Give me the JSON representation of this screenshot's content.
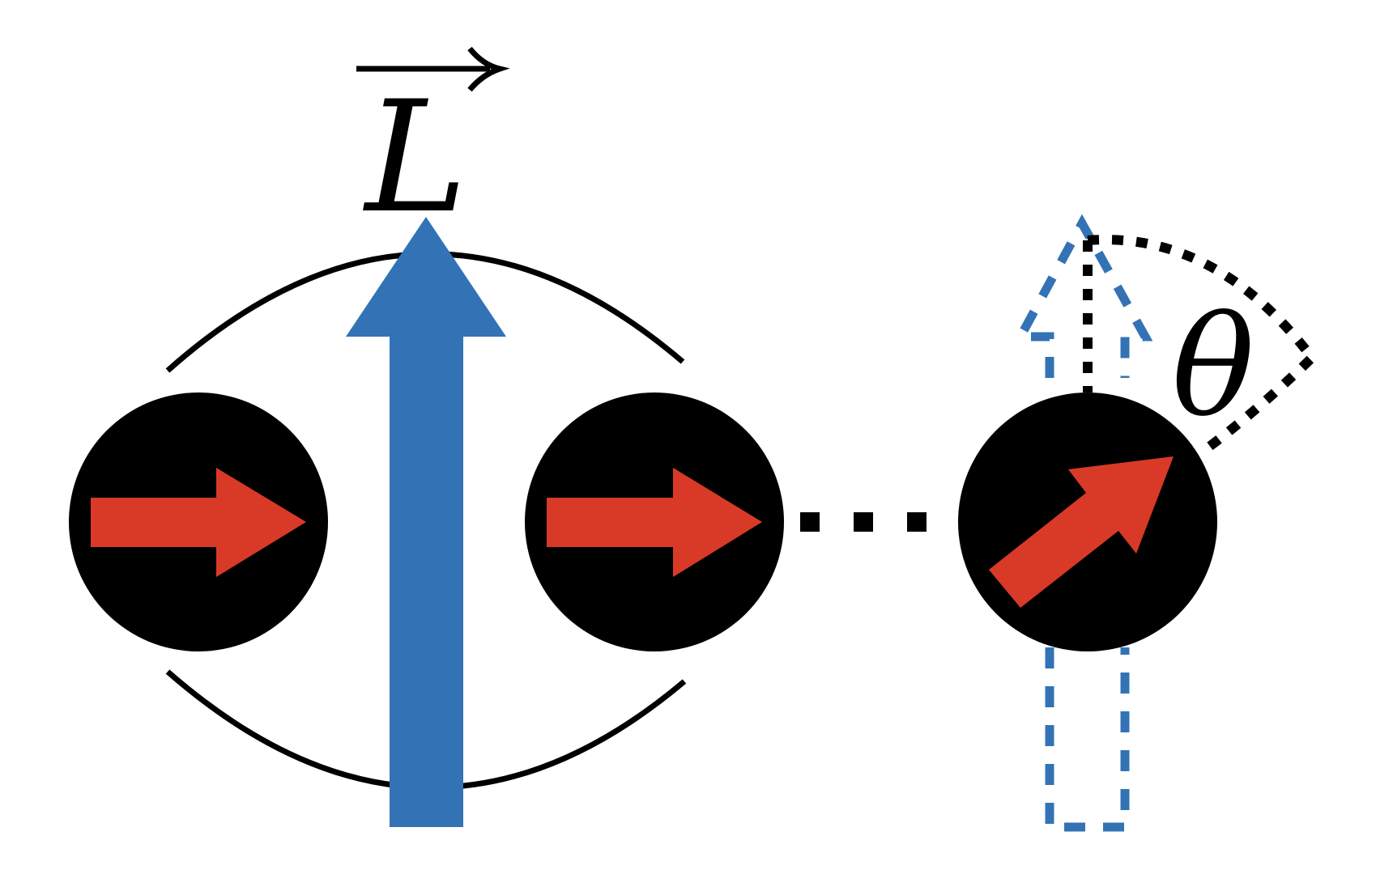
{
  "labels": {
    "angular_momentum": "L",
    "angle": "θ"
  },
  "colors": {
    "particle": "#000000",
    "spin_arrow": "#d93a27",
    "angular_momentum_arrow": "#3373b5",
    "outline": "#3373b5",
    "line": "#000000",
    "background": "#ffffff"
  },
  "particles": [
    {
      "id": "left",
      "spin": "right"
    },
    {
      "id": "middle",
      "spin": "right"
    },
    {
      "id": "right",
      "spin": "tilted"
    }
  ],
  "icons": {
    "vector_arrow": "overrightarrow-icon"
  }
}
